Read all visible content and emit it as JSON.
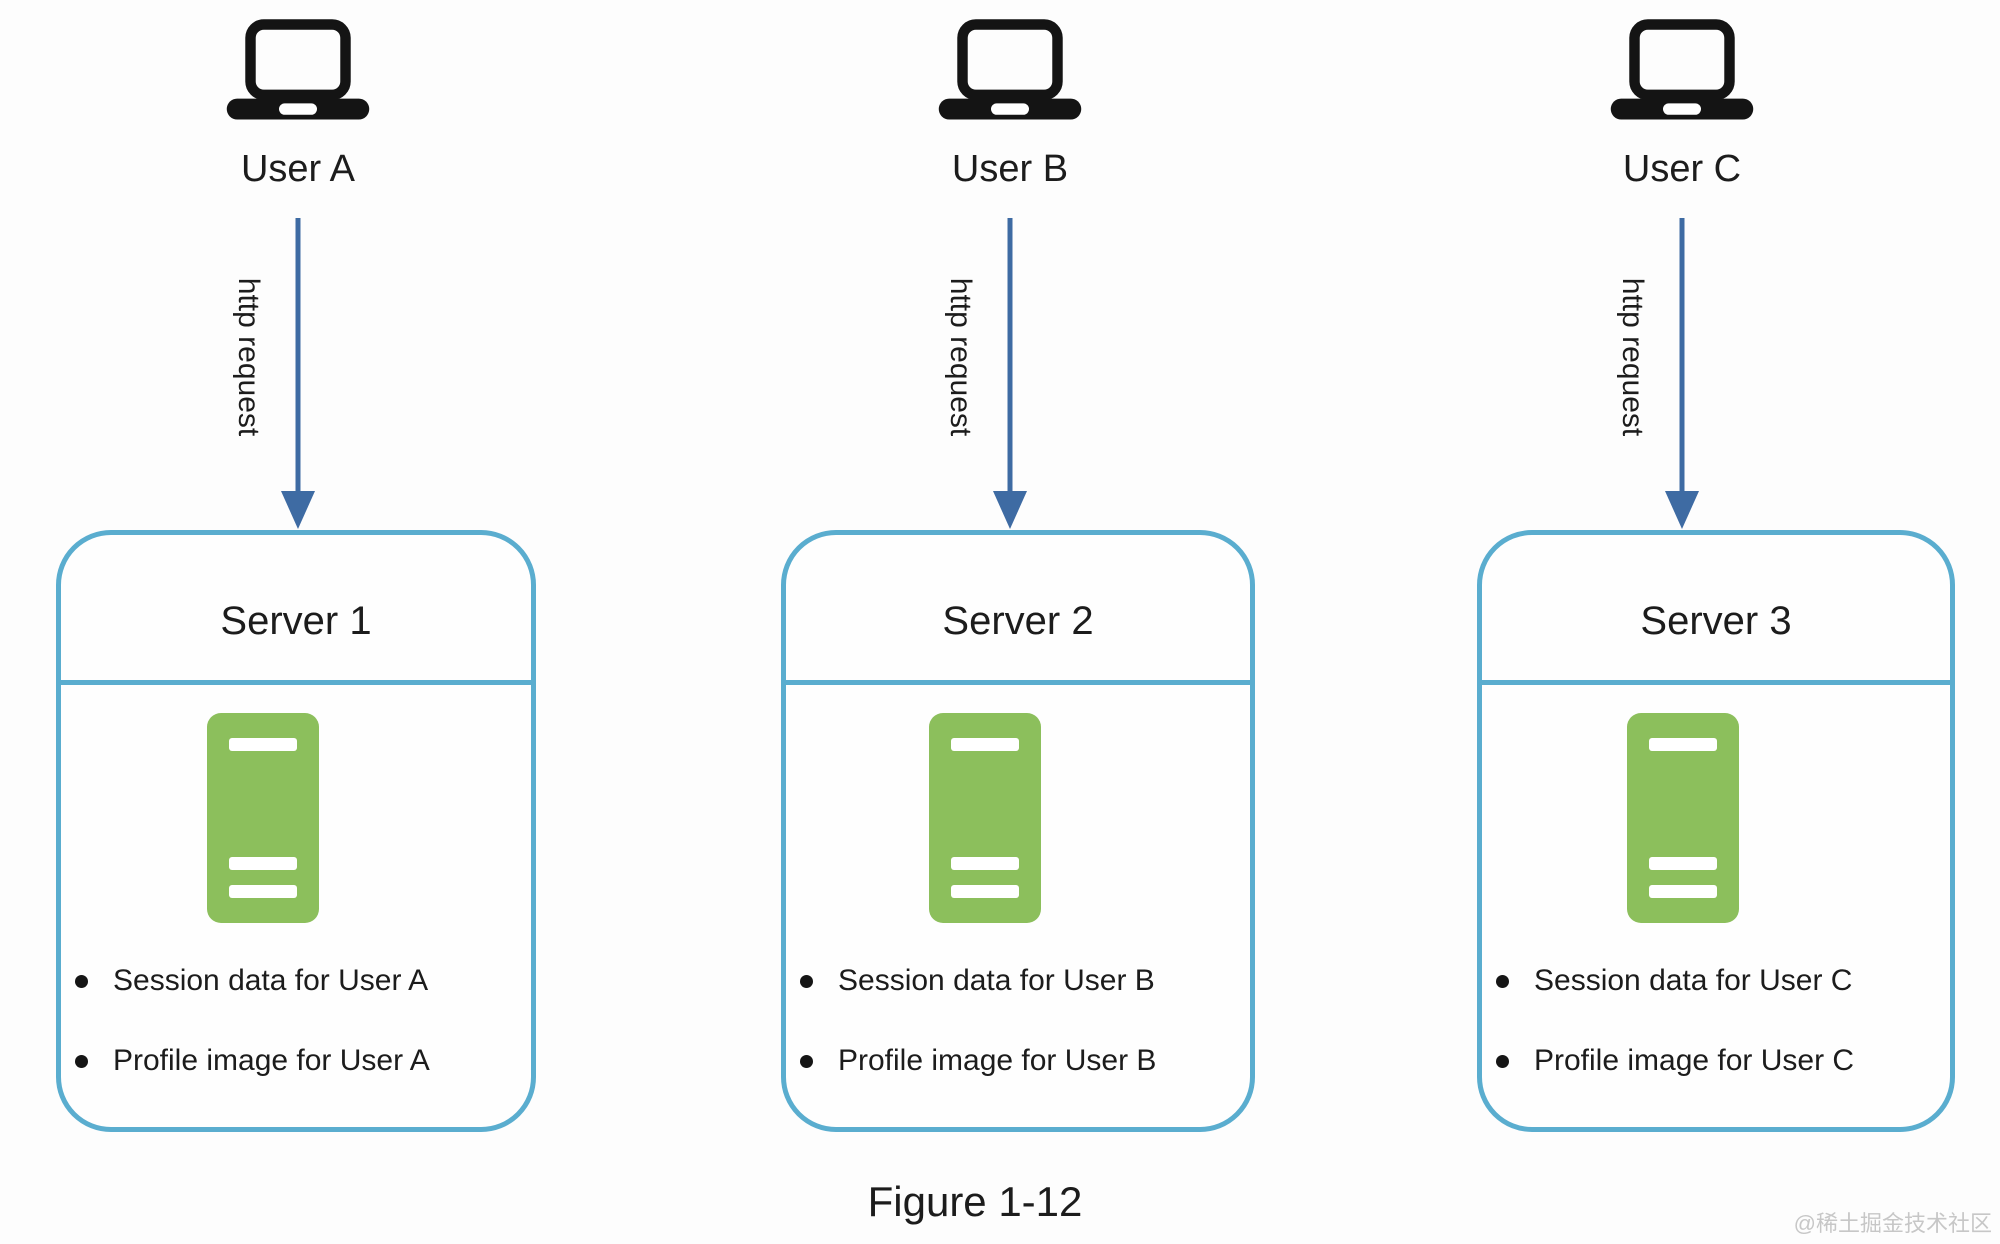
{
  "figure": {
    "caption": "Figure 1-12",
    "watermark": "@稀土掘金技术社区"
  },
  "arrow_label": "http request",
  "columns": [
    {
      "user": "User A",
      "server": {
        "title": "Server 1",
        "bullets": [
          "Session data for User A",
          "Profile image for User A"
        ]
      }
    },
    {
      "user": "User B",
      "server": {
        "title": "Server 2",
        "bullets": [
          "Session data for User B",
          "Profile image for User B"
        ]
      }
    },
    {
      "user": "User C",
      "server": {
        "title": "Server 3",
        "bullets": [
          "Session data for User C",
          "Profile image for User C"
        ]
      }
    }
  ],
  "colors": {
    "arrow": "#3e6ba3",
    "box_border": "#5aadcf",
    "server_icon_green": "#8cbf5c",
    "text": "#1c1c1c",
    "watermark": "#c7c7c7"
  },
  "icons": {
    "user_device": "laptop-icon",
    "server": "server-tower-icon"
  }
}
